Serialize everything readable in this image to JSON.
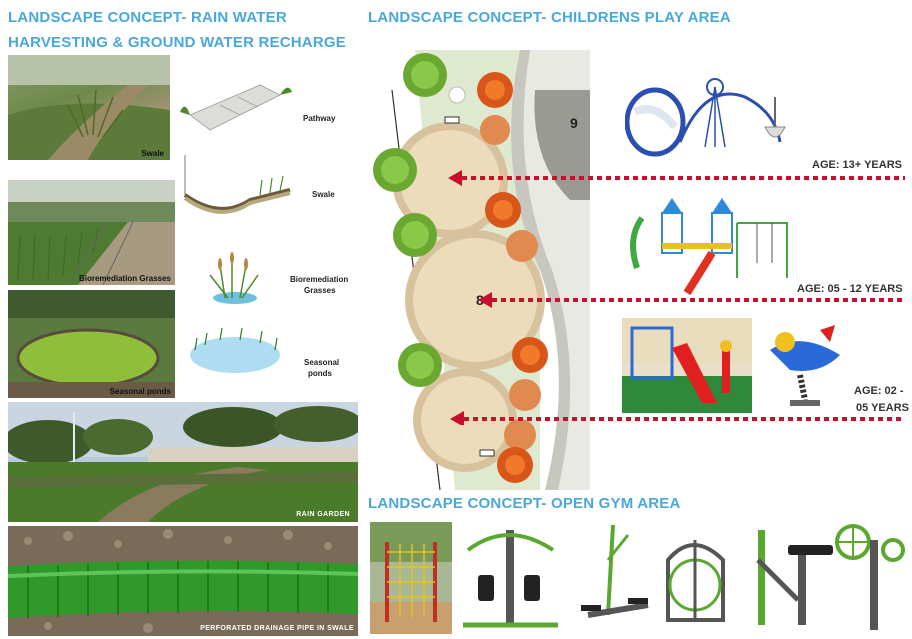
{
  "headings": {
    "rain_water_line1": "LANDSCAPE CONCEPT- RAIN WATER",
    "rain_water_line2": "HARVESTING & GROUND WATER RECHARGE",
    "play_area": "LANDSCAPE CONCEPT- CHILDRENS PLAY AREA",
    "open_gym": "LANDSCAPE CONCEPT- OPEN GYM AREA"
  },
  "photo_captions": {
    "swale": "Swale",
    "grasses": "Bioremediation Grasses",
    "ponds": "Seasonal ponds",
    "rain_garden": "RAIN GARDEN",
    "drainage_pipe": "PERFORATED DRAINAGE PIPE IN SWALE"
  },
  "flow_steps": {
    "pathway": "Pathway",
    "swale": "Swale",
    "grasses_line1": "Bioremediation",
    "grasses_line2": "Grasses",
    "ponds_line1": "Seasonal",
    "ponds_line2": "ponds"
  },
  "plan_labels": {
    "zone_8": "8",
    "zone_9": "9"
  },
  "age_labels": {
    "teen": "AGE: 13+ YEARS",
    "middle": "AGE: 05 - 12 YEARS",
    "young_line1": "AGE: 02 -",
    "young_line2": "05 YEARS"
  },
  "colors": {
    "heading": "#4aa8d8",
    "arrow_red": "#c8102e",
    "equipment_green": "#5aa832",
    "sand": "#e9dcc0"
  }
}
